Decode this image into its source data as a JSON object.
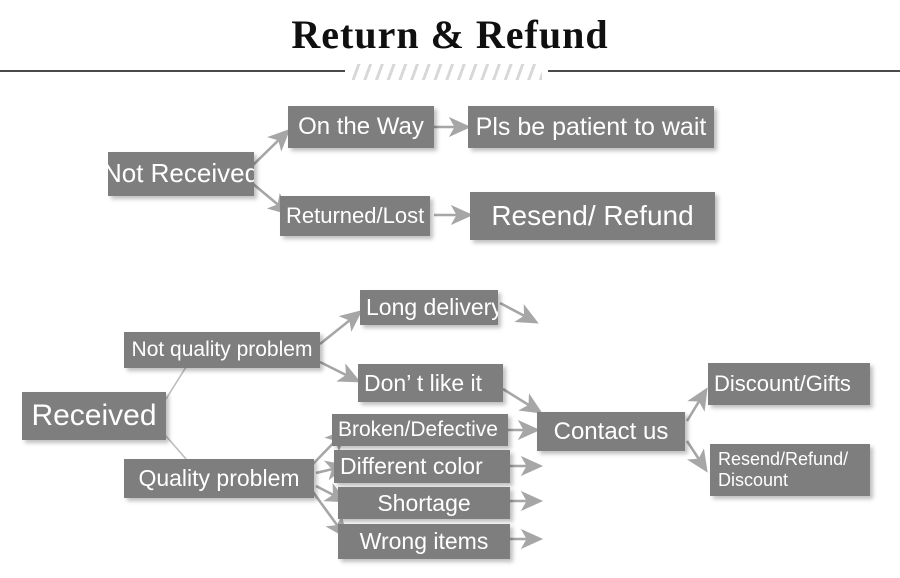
{
  "header": {
    "title": "Return & Refund",
    "divider_icon": "hatched-divider"
  },
  "theme": {
    "box_fill": "#7e7e7e",
    "box_text": "#ffffff",
    "arrow": "#a6a6a6",
    "line": "#bdbdbd",
    "divider_rule": "#4a4a4a",
    "hatch": "#d8d8d8",
    "background": "#ffffff"
  },
  "flow_not_received": {
    "root": "Not Received",
    "branches": [
      {
        "condition": "On the Way",
        "result": "Pls be patient to wait"
      },
      {
        "condition": "Returned/Lost",
        "result": "Resend/ Refund"
      }
    ]
  },
  "flow_received": {
    "root": "Received",
    "categories": [
      {
        "label": "Not quality problem",
        "issues": [
          "Long delivery",
          "Don’ t like it"
        ]
      },
      {
        "label": "Quality problem",
        "issues": [
          "Broken/Defective",
          "Different color",
          "Shortage",
          "Wrong items"
        ]
      }
    ],
    "action": "Contact us",
    "outcomes": [
      "Discount/Gifts",
      "Resend/Refund/\nDiscount"
    ]
  }
}
